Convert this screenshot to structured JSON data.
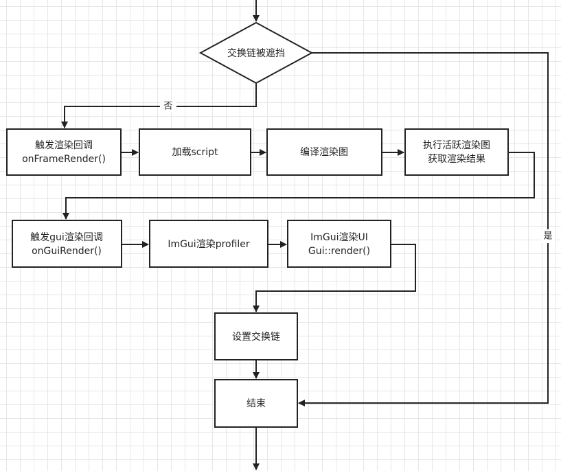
{
  "nodes": {
    "swapchain_blocked": {
      "text": "交换链被遮挡"
    },
    "trigger_render": {
      "line1": "触发渲染回调",
      "line2": "onFrameRender()"
    },
    "load_script": {
      "text": "加载script"
    },
    "compile_graph": {
      "text": "编译渲染图"
    },
    "exec_graph": {
      "line1": "执行活跃渲染图",
      "line2": "获取渲染结果"
    },
    "trigger_gui": {
      "line1": "触发gui渲染回调",
      "line2": "onGuiRender()"
    },
    "imgui_profiler": {
      "text": "ImGui渲染profiler"
    },
    "imgui_ui": {
      "line1": "ImGui渲染UI",
      "line2": "Gui::render()"
    },
    "set_swapchain": {
      "text": "设置交换链"
    },
    "end": {
      "text": "结束"
    }
  },
  "edge_labels": {
    "no": "否",
    "yes": "是"
  },
  "colors": {
    "stroke": "#222222",
    "grid": "#e6e6e6",
    "fill": "#ffffff"
  }
}
